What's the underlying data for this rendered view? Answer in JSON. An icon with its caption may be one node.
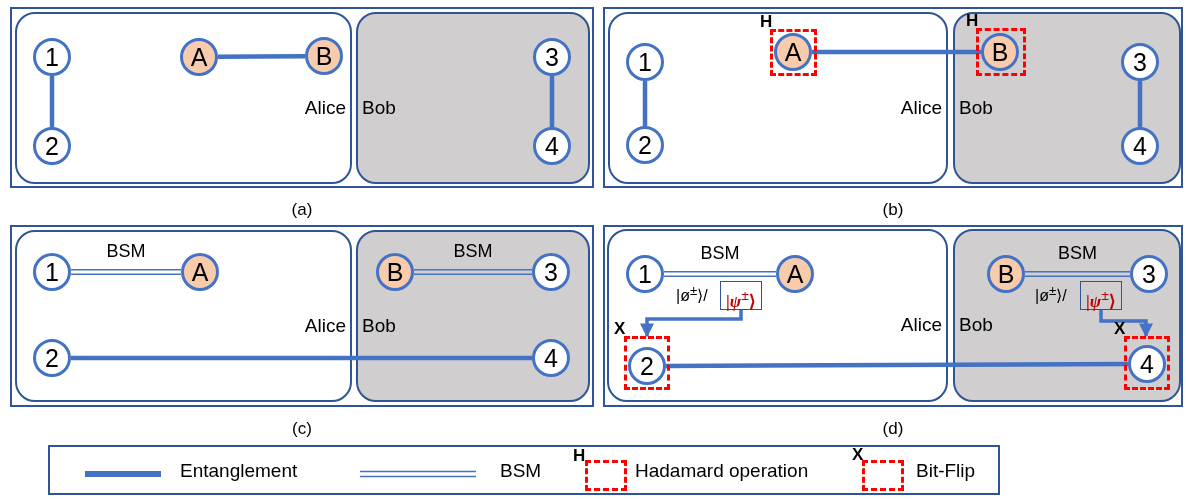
{
  "diagram": {
    "nodes": [
      {
        "text": [],
        "shape": "box",
        "beside": [
          "(a)"
        ]
      },
      {
        "text": [
          "Alice"
        ],
        "in": 0
      },
      {
        "text": [
          "1"
        ],
        "in": 1
      },
      {
        "text": [
          "A"
        ],
        "in": 1
      },
      {
        "text": [
          "B"
        ],
        "in": 1
      },
      {
        "text": [
          "2"
        ],
        "in": 1
      },
      {
        "text": [
          "Bob"
        ],
        "in": 0
      },
      {
        "text": [
          "3"
        ],
        "in": 6
      },
      {
        "text": [
          "4"
        ],
        "in": 6
      },
      {
        "text": [],
        "shape": "box",
        "beside": [
          "(b)"
        ]
      },
      {
        "text": [
          "Alice"
        ],
        "in": 9
      },
      {
        "text": [
          "1"
        ],
        "in": 10
      },
      {
        "text": [
          "H"
        ],
        "in": 10
      },
      {
        "text": [
          "A"
        ],
        "in": 12
      },
      {
        "text": [
          "2"
        ],
        "in": 10
      },
      {
        "text": [
          "Bob"
        ],
        "in": 9
      },
      {
        "text": [
          "H"
        ],
        "in": 15
      },
      {
        "text": [
          "B"
        ],
        "in": 16
      },
      {
        "text": [
          "3"
        ],
        "in": 15
      },
      {
        "text": [
          "4"
        ],
        "in": 15
      },
      {
        "text": [],
        "shape": "box",
        "beside": [
          "(c)"
        ]
      },
      {
        "text": [
          "Alice"
        ],
        "in": 20
      },
      {
        "text": [
          "1"
        ],
        "in": 21
      },
      {
        "text": [
          "A"
        ],
        "in": 21
      },
      {
        "text": [
          "2"
        ],
        "in": 21
      },
      {
        "text": [
          "Bob"
        ],
        "in": 20
      },
      {
        "text": [
          "B"
        ],
        "in": 25
      },
      {
        "text": [
          "3"
        ],
        "in": 25
      },
      {
        "text": [
          "4"
        ],
        "in": 25
      },
      {
        "text": [],
        "shape": "box",
        "beside": [
          "(d)"
        ]
      },
      {
        "text": [
          "Alice"
        ],
        "in": 29
      },
      {
        "text": [
          "1"
        ],
        "in": 30
      },
      {
        "text": [
          "A"
        ],
        "in": 30
      },
      {
        "text": [
          "|*ψ*$^{±}$⟩"
        ],
        "in": 30
      },
      {
        "text": [
          "X"
        ],
        "in": 30
      },
      {
        "text": [
          "2"
        ],
        "in": 34
      },
      {
        "text": [
          "Bob"
        ],
        "in": 29
      },
      {
        "text": [
          "B"
        ],
        "in": 36
      },
      {
        "text": [
          "3"
        ],
        "in": 36
      },
      {
        "text": [
          "|*ψ*$^{±}$⟩"
        ],
        "in": 36
      },
      {
        "text": [
          "X"
        ],
        "in": 36
      },
      {
        "text": [
          "4"
        ],
        "in": 40
      }
    ],
    "edges": [
      {
        "from": 2,
        "to": 5,
        "arrow": "none"
      },
      {
        "from": 3,
        "to": 4,
        "arrow": "none"
      },
      {
        "from": 7,
        "to": 8,
        "arrow": "none"
      },
      {
        "from": 11,
        "to": 14,
        "arrow": "none"
      },
      {
        "from": 13,
        "to": 17,
        "arrow": "none"
      },
      {
        "from": 18,
        "to": 19,
        "arrow": "none"
      },
      {
        "from": 22,
        "to": 23,
        "arrow": "none",
        "label": "BSM"
      },
      {
        "from": 26,
        "to": 27,
        "arrow": "none",
        "label": "BSM"
      },
      {
        "from": 24,
        "to": 28,
        "arrow": "none"
      },
      {
        "from": 31,
        "to": 32,
        "arrow": "none",
        "label": "BSM"
      },
      {
        "from": 37,
        "to": 38,
        "arrow": "none",
        "label": "BSM"
      },
      {
        "from": 33,
        "to": 34,
        "arrow": "to"
      },
      {
        "from": 39,
        "to": 40,
        "arrow": "to"
      },
      {
        "from": 35,
        "to": 41,
        "arrow": "none"
      }
    ],
    "labels": [
      "|ø$^{±}$⟩/",
      "|ø$^{±}$⟩/",
      "H",
      "X"
    ],
    "legend": [
      {
        "text": "Entanglement"
      },
      {
        "text": "BSM"
      },
      {
        "text": "Hadamard operation"
      },
      {
        "text": "Bit-Flip"
      }
    ]
  }
}
